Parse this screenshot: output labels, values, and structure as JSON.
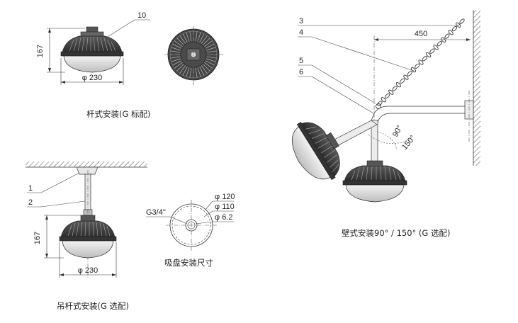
{
  "captions": {
    "pole": "杆式安装(G 标配)",
    "pendant": "吊杆式安装(G 选配)",
    "wall": "壁式安装90° / 150° (G 选配)",
    "suction": "吸盘安装尺寸"
  },
  "dimensions": {
    "top_height": "167",
    "top_diameter": "φ 230",
    "bottom_height": "167",
    "bottom_diameter": "φ 230",
    "wall_length": "450",
    "angle_90": "90°",
    "angle_150": "150°"
  },
  "suction": {
    "thread": "G3/4\"",
    "d1": "φ 120",
    "d2": "φ 110",
    "d3": "φ 6.2"
  },
  "callouts": {
    "c10": "10",
    "c1": "1",
    "c2": "2",
    "c3": "3",
    "c4": "4",
    "c5": "5",
    "c6": "6"
  },
  "colors": {
    "fixture_dark": "#3a3a3a",
    "line": "#333333"
  }
}
